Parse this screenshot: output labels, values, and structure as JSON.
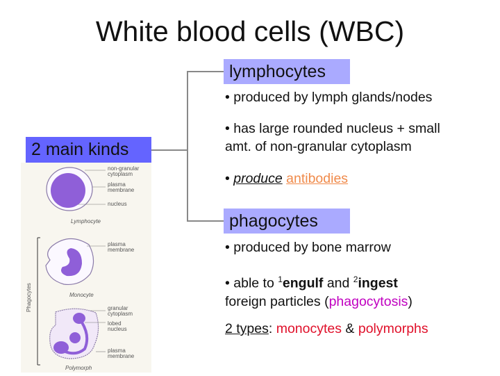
{
  "title": "White blood cells (WBC)",
  "main": "2 main kinds",
  "lymphocytes": {
    "heading": "lymphocytes",
    "b1": "produced by lymph glands/nodes",
    "b2a": "has large rounded nucleus + small",
    "b2b": "amt. of non-granular cytoplasm",
    "b3a": "produce",
    "b3b": "antibodies"
  },
  "phagocytes": {
    "heading": "phagocytes",
    "b1": "produced by bone marrow",
    "b2a": "able to ",
    "s1": "1",
    "engulf": "engulf",
    "and": " and ",
    "s2": "2",
    "ingest": "ingest",
    "b2b": "foreign particles (",
    "phago": "phagocytosis",
    "close": ")",
    "types": "2 types",
    "colon": ": ",
    "mono": "monocytes",
    "amp": " & ",
    "poly": "polymorphs"
  },
  "figure": {
    "nongranular": "non-granular",
    "cytoplasm": "cytoplasm",
    "plasma": "plasma",
    "membrane": "membrane",
    "nucleus": "nucleus",
    "lymphocyte": "Lymphocyte",
    "monocyte": "Monocyte",
    "polymorph": "Polymorph",
    "granular": "granular",
    "lobed": "lobed",
    "phagocytes": "Phagocytes"
  },
  "colors": {
    "main_box": "#6464ff",
    "sub_box": "#aaaaff",
    "red": "#e0102a",
    "magenta": "#c000c0",
    "orange": "#f08a4a"
  }
}
